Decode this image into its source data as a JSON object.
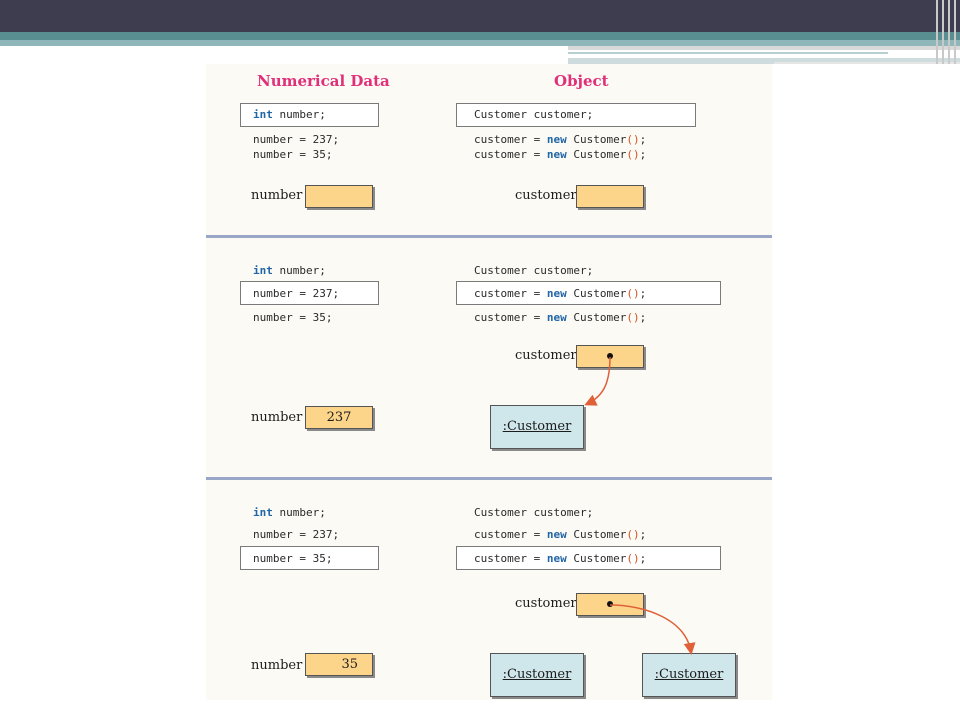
{
  "headers": {
    "numerical": "Numerical Data",
    "object": "Object"
  },
  "code": {
    "int_kw": "int",
    "decl_num_rest": " number;",
    "assign1": "number = 237;",
    "assign2": "number = 35;",
    "decl_obj": "Customer customer;",
    "new_lhs": "customer = ",
    "new_kw": "new",
    "new_class": " Customer",
    "parens": "()",
    "semi": ";"
  },
  "labels": {
    "number": "number",
    "customer": "customer"
  },
  "values": {
    "panel1": "",
    "panel2": "237",
    "panel3": "35"
  },
  "object_label": ":Customer",
  "colors": {
    "header": "#e0307a",
    "keyword": "#2166a6",
    "paren": "#d2521f",
    "cell_fill": "#fcd58a",
    "object_fill": "#cfe6ea",
    "arrow": "#e0603a",
    "divider": "#9aa6c8"
  }
}
